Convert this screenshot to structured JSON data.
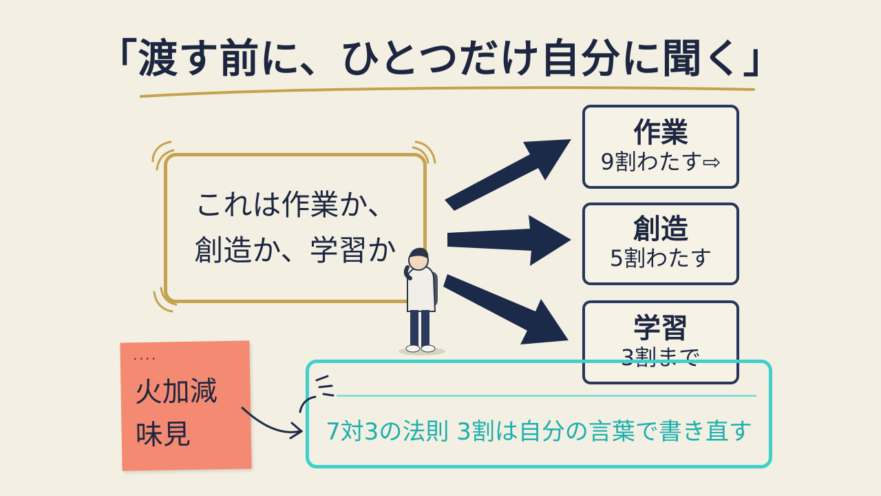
{
  "title": "「渡す前に、ひとつだけ自分に聞く」",
  "question": {
    "line1": "これは作業か、",
    "line2": "創造か、学習か"
  },
  "categories": [
    {
      "name": "作業",
      "ratio": "9割わたす⇨"
    },
    {
      "name": "創造",
      "ratio": "5割わたす"
    },
    {
      "name": "学習",
      "ratio": "3割まで"
    }
  ],
  "sticky_note": {
    "dots": "....",
    "line1": "火加減",
    "line2": "味見"
  },
  "rule": "7対3の法則 3割は自分の言葉で書き直す",
  "colors": {
    "background": "#f3efe2",
    "navy": "#1f2a44",
    "gold": "#c4a24f",
    "sticky": "#f58a72",
    "teal": "#3fd0cc"
  }
}
